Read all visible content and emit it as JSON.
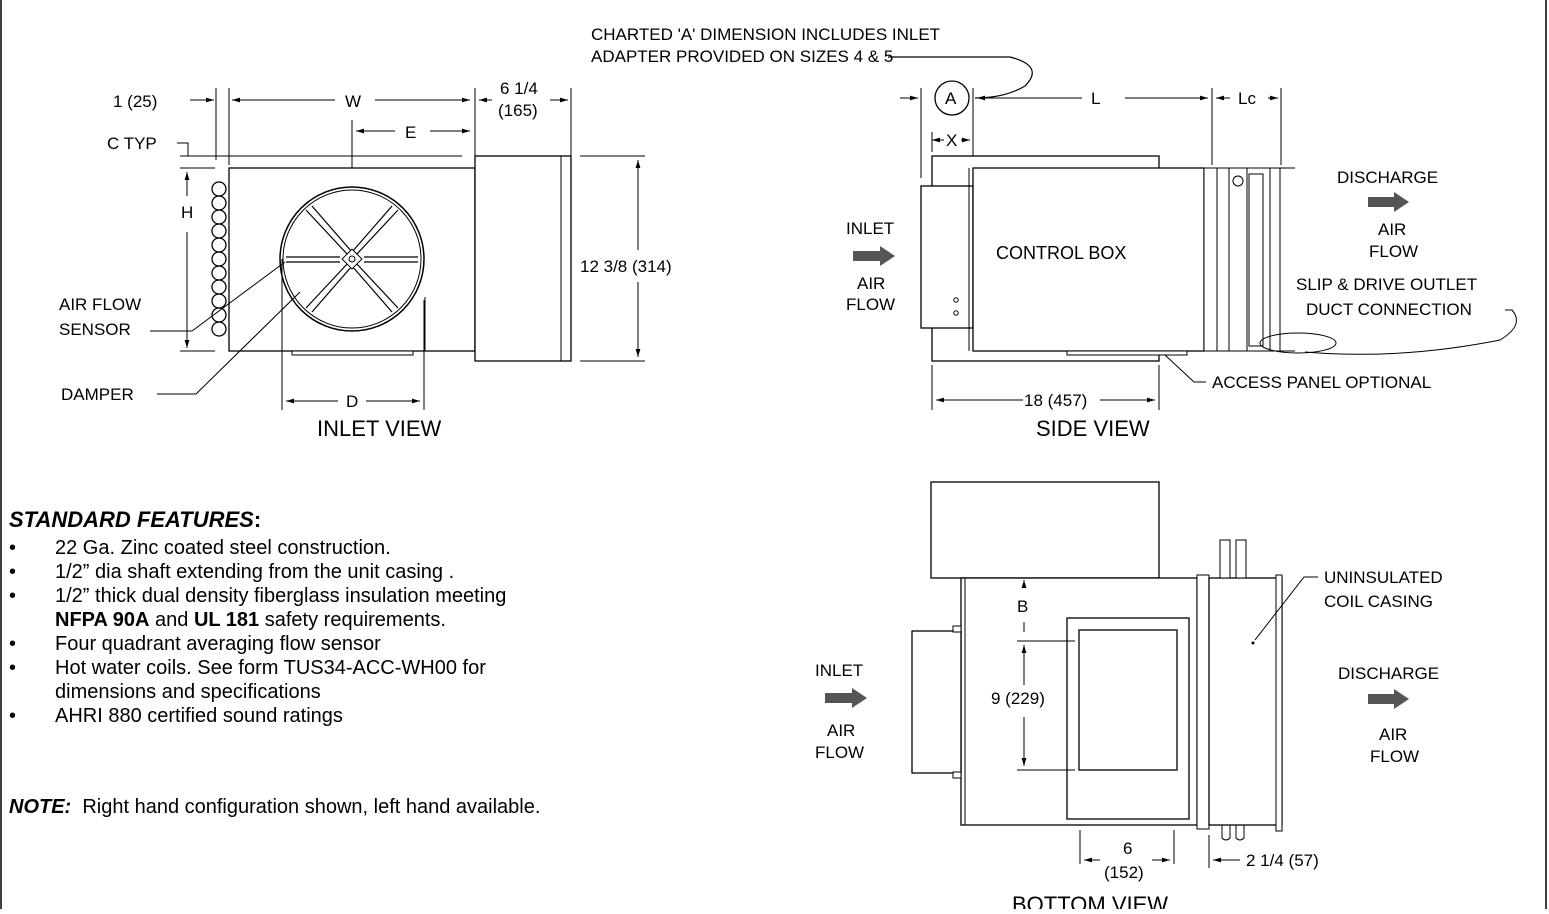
{
  "drawing": {
    "callout_a_line1": "CHARTED 'A' DIMENSION INCLUDES INLET",
    "callout_a_line2": "ADAPTER PROVIDED ON SIZES 4 & 5",
    "inlet_view": {
      "title": "INLET VIEW",
      "dim_1": "1 (25)",
      "dim_w": "W",
      "dim_6_1": "6 1/4",
      "dim_6_2": "(165)",
      "dim_e": "E",
      "dim_c": "C TYP",
      "dim_h": "H",
      "dim_height": "12 3/8 (314)",
      "label_sensor_1": "AIR FLOW",
      "label_sensor_2": "SENSOR",
      "label_damper": "DAMPER",
      "dim_d": "D"
    },
    "side_view": {
      "title": "SIDE VIEW",
      "dim_a": "A",
      "dim_x": "X",
      "dim_l": "L",
      "dim_lc": "Lc",
      "inlet": "INLET",
      "air": "AIR",
      "flow": "FLOW",
      "control_box": "CONTROL BOX",
      "discharge": "DISCHARGE",
      "slip_1": "SLIP & DRIVE OUTLET",
      "slip_2": "DUCT CONNECTION",
      "dim_18": "18 (457)",
      "access": "ACCESS PANEL OPTIONAL"
    },
    "bottom_view": {
      "title": "BOTTOM VIEW",
      "uninsulated_1": "UNINSULATED",
      "uninsulated_2": "COIL CASING",
      "dim_b": "B",
      "dim_9": "9 (229)",
      "inlet": "INLET",
      "air": "AIR",
      "flow": "FLOW",
      "discharge": "DISCHARGE",
      "dim_6": "6",
      "dim_152": "(152)",
      "dim_2_1_4": "2 1/4 (57)"
    }
  },
  "features": {
    "heading": "STANDARD FEATURES",
    "heading_colon": ":",
    "items": [
      "22 Ga. Zinc coated steel construction.",
      "1/2” dia shaft extending from the unit casing .",
      "1/2” thick dual density fiberglass insulation meeting",
      "Four quadrant averaging flow sensor",
      "Hot water coils. See form TUS34-ACC-WH00 for",
      "AHRI 880 certified sound ratings"
    ],
    "item3_line2_b1": "NFPA 90A",
    "item3_line2_and": " and ",
    "item3_line2_b2": "UL 181",
    "item3_line2_rest": " safety requirements.",
    "item5_line2": "dimensions and specifications"
  },
  "note": {
    "label": "NOTE:",
    "text": "  Right hand configuration shown, left hand available."
  }
}
